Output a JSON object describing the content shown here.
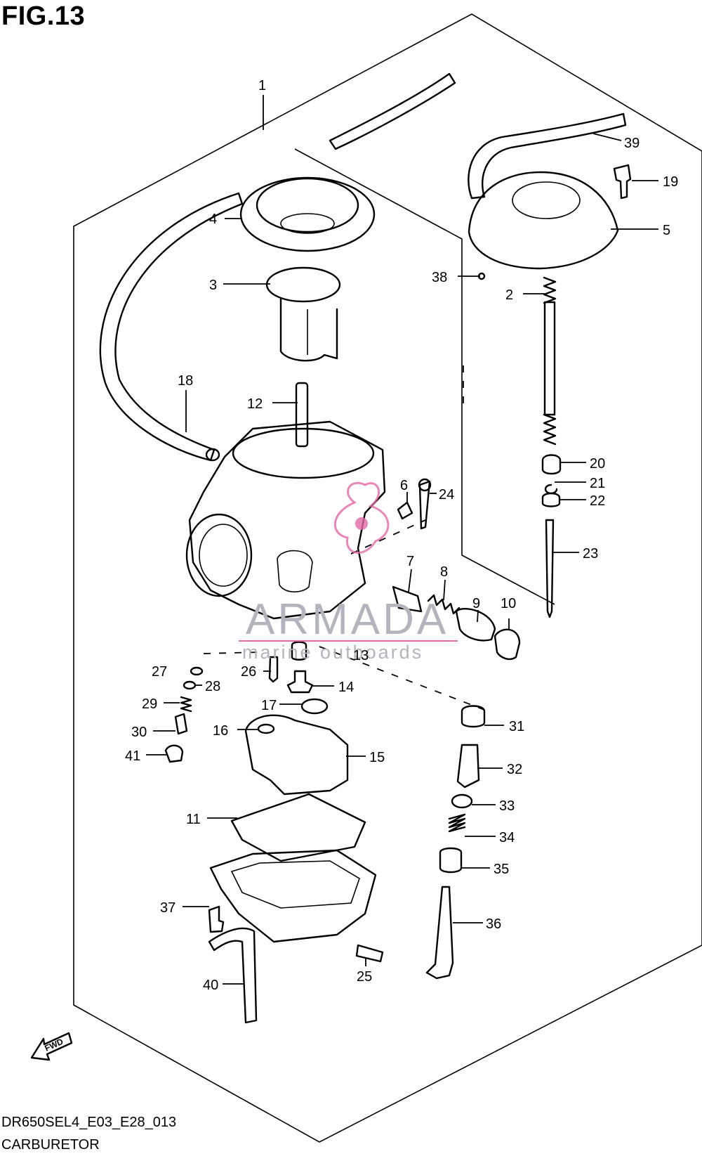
{
  "figure": {
    "title": "FIG.13",
    "model_code": "DR650SEL4_E03_E28_013",
    "section_name": "CARBURETOR"
  },
  "watermark": {
    "brand": "ARMADA",
    "tagline": "marine outboards",
    "logo_color": "#e36aa6"
  },
  "direction_indicator": {
    "label": "FWD"
  },
  "callouts": {
    "c1": "1",
    "c2": "2",
    "c3": "3",
    "c4": "4",
    "c5": "5",
    "c6": "6",
    "c7": "7",
    "c8": "8",
    "c9": "9",
    "c10": "10",
    "c11": "11",
    "c12": "12",
    "c13": "13",
    "c14": "14",
    "c15": "15",
    "c16": "16",
    "c17": "17",
    "c18": "18",
    "c19": "19",
    "c20": "20",
    "c21": "21",
    "c22": "22",
    "c23": "23",
    "c24": "24",
    "c25": "25",
    "c26": "26",
    "c27": "27",
    "c28": "28",
    "c29": "29",
    "c30": "30",
    "c31": "31",
    "c32": "32",
    "c33": "33",
    "c34": "34",
    "c35": "35",
    "c36": "36",
    "c37": "37",
    "c38": "38",
    "c39": "39",
    "c40": "40",
    "c41": "41"
  }
}
